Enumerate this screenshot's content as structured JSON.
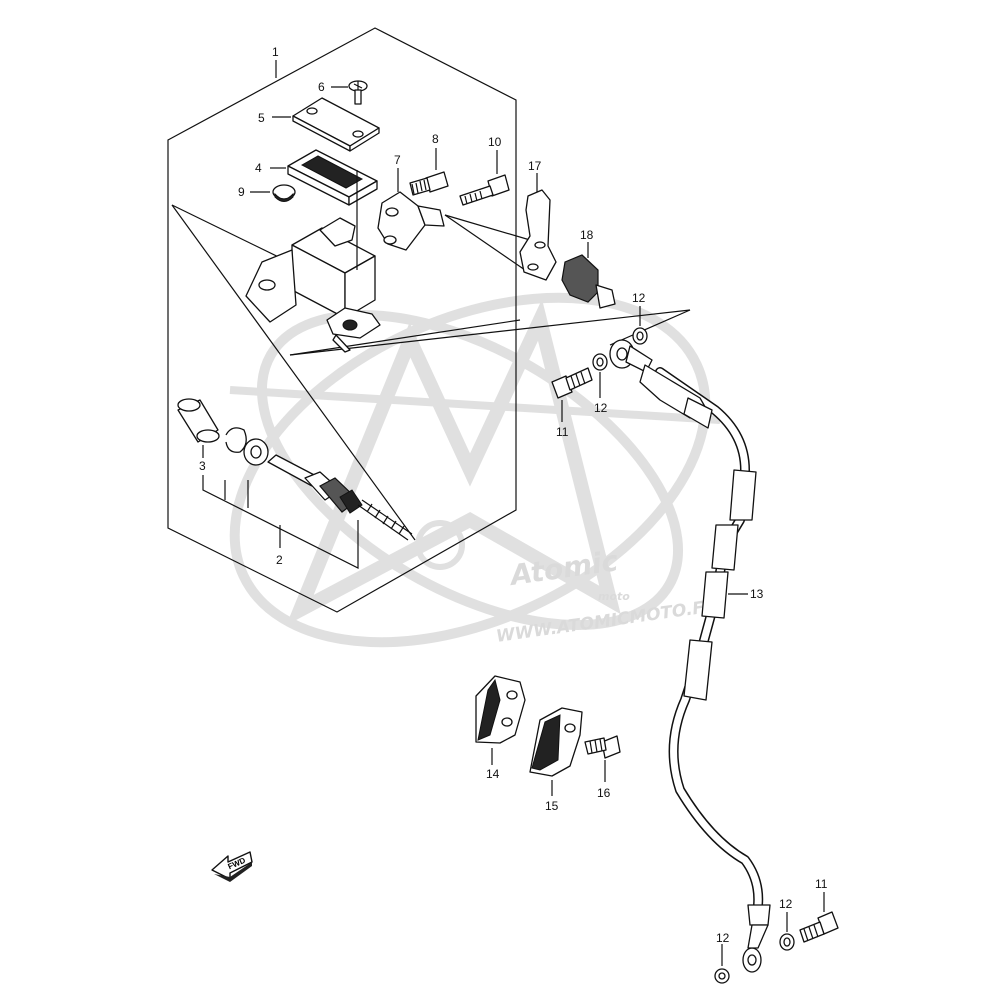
{
  "watermark": {
    "logo_text": "Atomic",
    "logo_sub": "moto",
    "url": "WWW.ATOMICMOTO.FR"
  },
  "fwd_label": "FWD",
  "callouts": {
    "p1": "1",
    "p2": "2",
    "p3": "3",
    "p4": "4",
    "p5": "5",
    "p6": "6",
    "p7": "7",
    "p8": "8",
    "p9": "9",
    "p10": "10",
    "p11a": "11",
    "p11b": "11",
    "p12a": "12",
    "p12b": "12",
    "p12c": "12",
    "p12d": "12",
    "p13": "13",
    "p14": "14",
    "p15": "15",
    "p16": "16",
    "p17": "17",
    "p18": "18"
  }
}
